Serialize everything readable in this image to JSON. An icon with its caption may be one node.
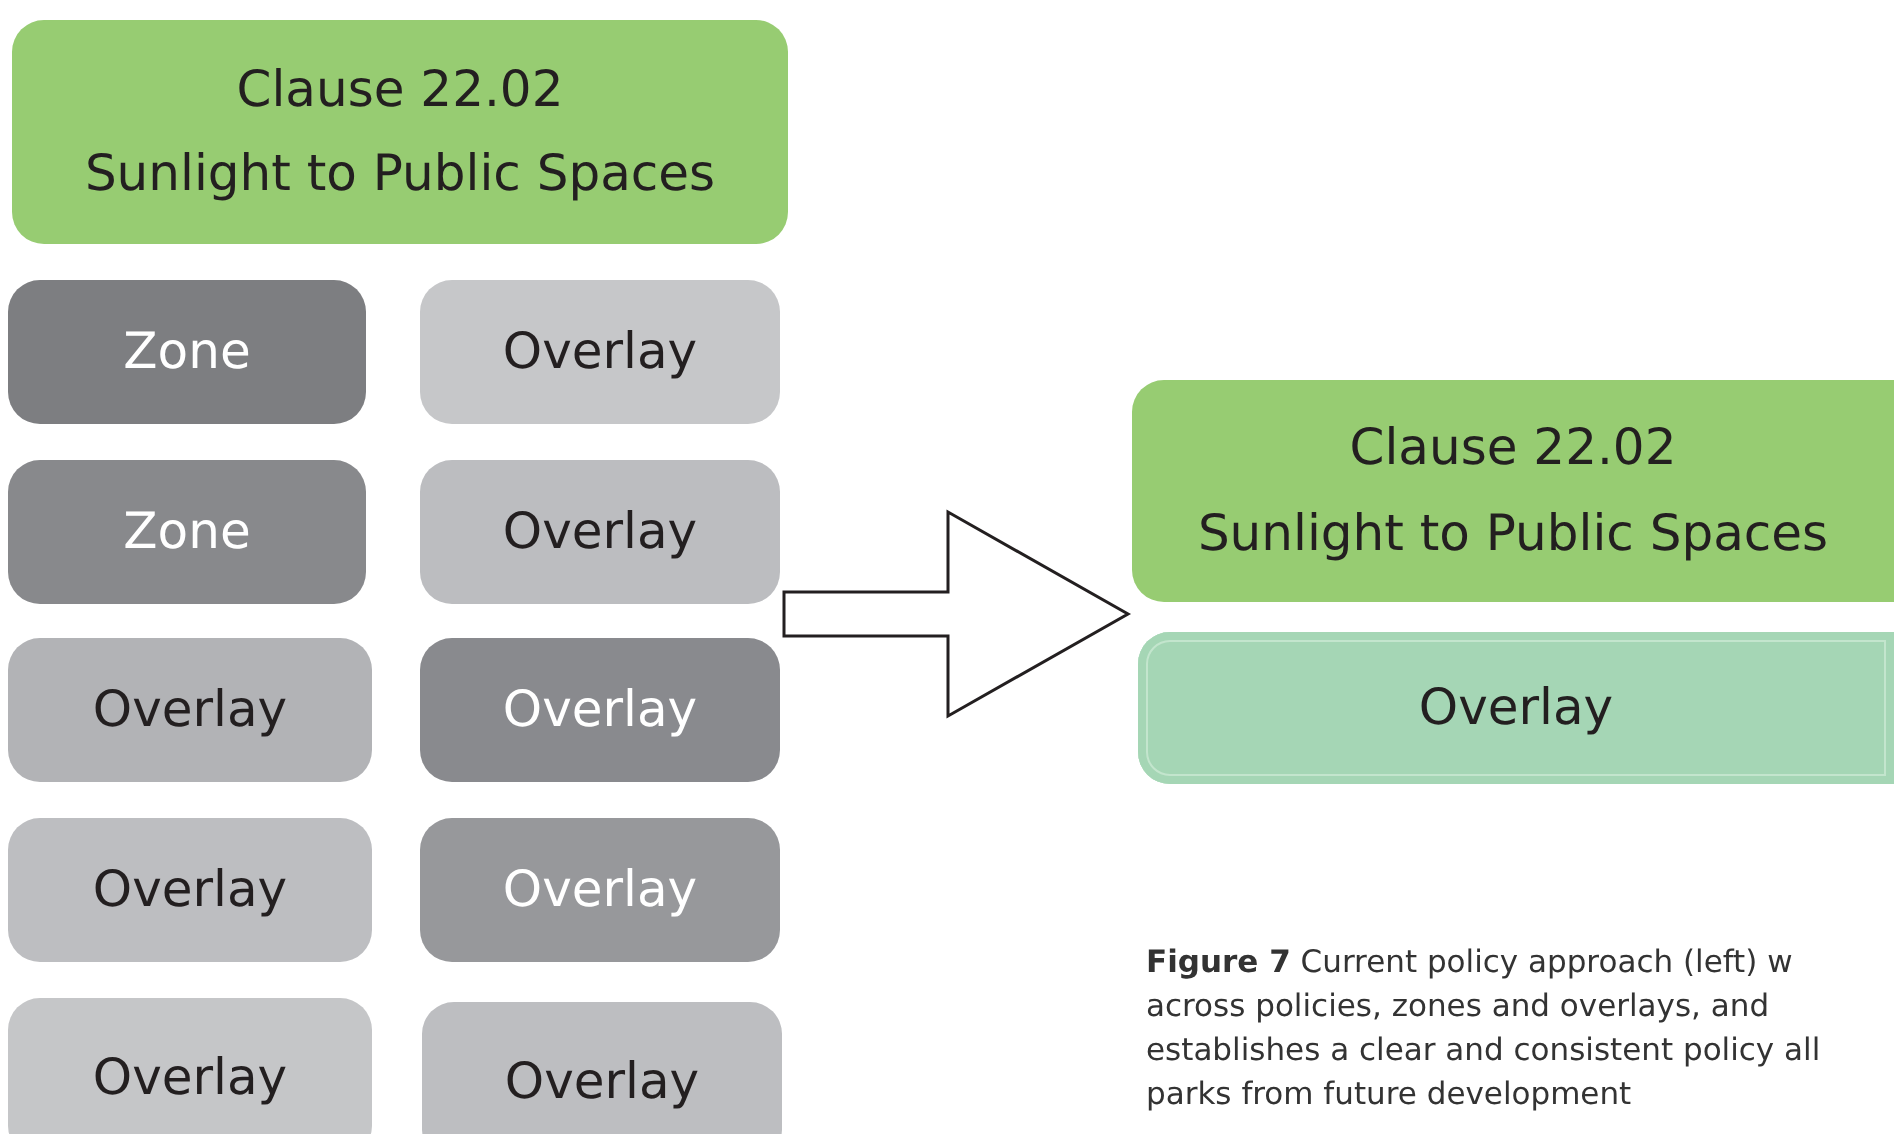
{
  "diagram": {
    "caption": "**Figure 7** Current policy approach (left) w across policies, zones and overlays, and establishes a clear and consistent policy all parks from future development",
    "nodes": [
      {
        "text": [
          "Clause 22.02",
          "Sunlight to Public Spaces"
        ]
      },
      {
        "text": [
          "Zone"
        ]
      },
      {
        "text": [
          "Overlay"
        ]
      },
      {
        "text": [
          "Zone"
        ]
      },
      {
        "text": [
          "Overlay"
        ]
      },
      {
        "text": [
          "Overlay"
        ]
      },
      {
        "text": [
          "Overlay"
        ]
      },
      {
        "text": [
          "Overlay"
        ]
      },
      {
        "text": [
          "Overlay"
        ]
      },
      {
        "text": [
          "Overlay"
        ]
      },
      {
        "text": [
          "Overlay"
        ]
      },
      {
        "text": [
          "Clause 22.02",
          "Sunlight to Public Spaces"
        ]
      },
      {
        "text": [
          "Overlay"
        ]
      }
    ],
    "edges": [
      {
        "from": 4,
        "to": 11,
        "arrow": "to"
      }
    ]
  }
}
